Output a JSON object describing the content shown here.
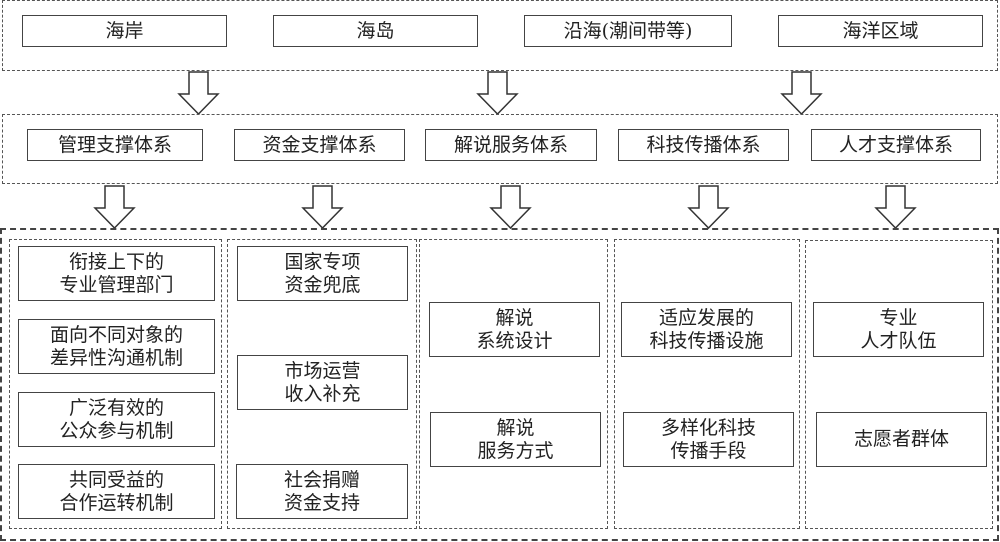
{
  "regions": {
    "items": [
      {
        "label": "海岸"
      },
      {
        "label": "海岛"
      },
      {
        "label": "沿海(潮间带等)"
      },
      {
        "label": "海洋区域"
      }
    ]
  },
  "systems": {
    "items": [
      {
        "label": "管理支撑体系"
      },
      {
        "label": "资金支撑体系"
      },
      {
        "label": "解说服务体系"
      },
      {
        "label": "科技传播体系"
      },
      {
        "label": "人才支撑体系"
      }
    ]
  },
  "components": {
    "management": [
      {
        "line1": "衔接上下的",
        "line2": "专业管理部门"
      },
      {
        "line1": "面向不同对象的",
        "line2": "差异性沟通机制"
      },
      {
        "line1": "广泛有效的",
        "line2": "公众参与机制"
      },
      {
        "line1": "共同受益的",
        "line2": "合作运转机制"
      }
    ],
    "funding": [
      {
        "line1": "国家专项",
        "line2": "资金兜底"
      },
      {
        "line1": "市场运营",
        "line2": "收入补充"
      },
      {
        "line1": "社会捐赠",
        "line2": "资金支持"
      }
    ],
    "interpretation": [
      {
        "line1": "解说",
        "line2": "系统设计"
      },
      {
        "line1": "解说",
        "line2": "服务方式"
      }
    ],
    "science": [
      {
        "line1": "适应发展的",
        "line2": "科技传播设施"
      },
      {
        "line1": "多样化科技",
        "line2": "传播手段"
      }
    ],
    "talent": [
      {
        "line1": "专业",
        "line2": "人才队伍"
      },
      {
        "line1": "志愿者群体",
        "line2": ""
      }
    ]
  },
  "arrow_icon": "hollow-down-arrow"
}
